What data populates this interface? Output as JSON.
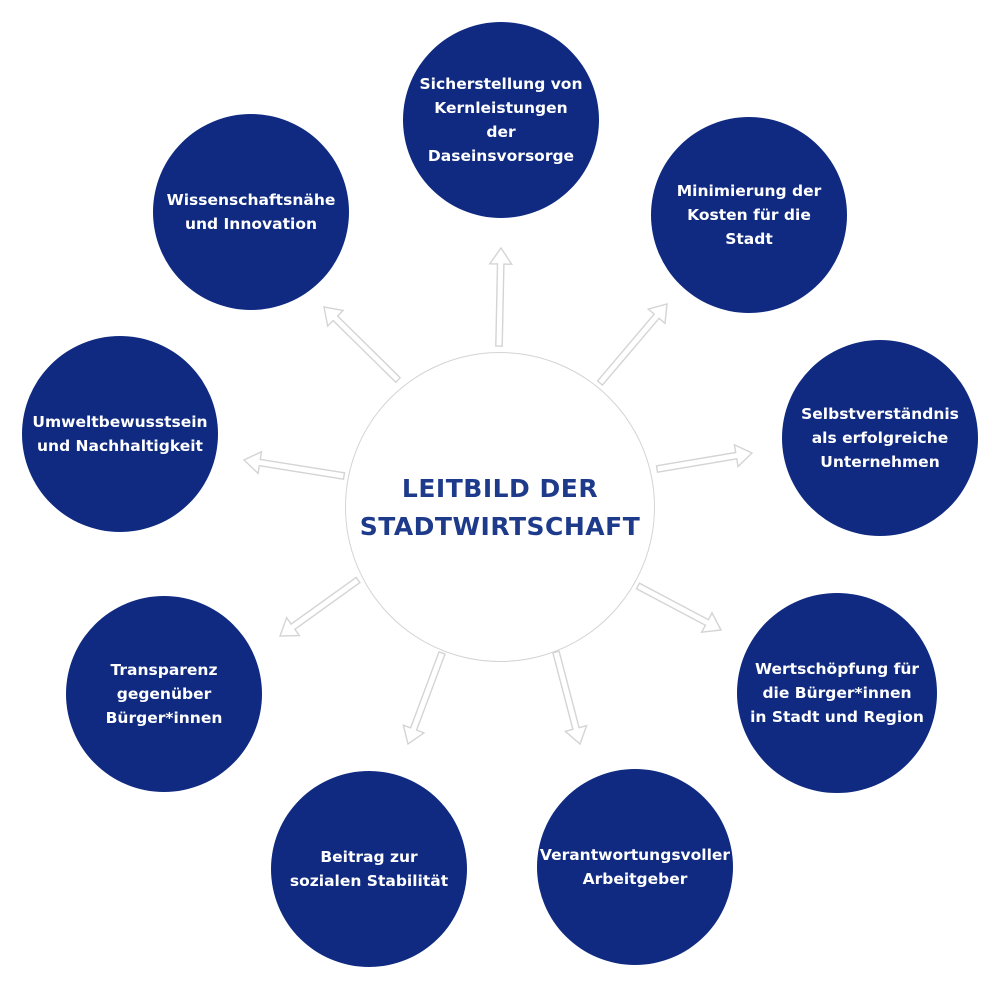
{
  "center": {
    "label": "LEITBILD DER\nSTADTWIRTSCHAFT"
  },
  "colors": {
    "node_fill": "#0f2a80",
    "center_text": "#1e3a8a",
    "arrow_stroke": "#d4d4d4"
  },
  "nodes": [
    {
      "label": "Sicherstellung von\nKernleistungen\nder Daseinsvorsorge"
    },
    {
      "label": "Minimierung der\nKosten für die Stadt"
    },
    {
      "label": "Selbstverständnis\nals erfolgreiche\nUnternehmen"
    },
    {
      "label": "Wertschöpfung für\ndie Bürger*innen\nin Stadt und Region"
    },
    {
      "label": "Verantwortungsvoller\nArbeitgeber"
    },
    {
      "label": "Beitrag zur\nsozialen Stabilität"
    },
    {
      "label": "Transparenz\ngegenüber\nBürger*innen"
    },
    {
      "label": "Umweltbewusstsein\nund Nachhaltigkeit"
    },
    {
      "label": "Wissenschaftsnähe\nund Innovation"
    }
  ]
}
